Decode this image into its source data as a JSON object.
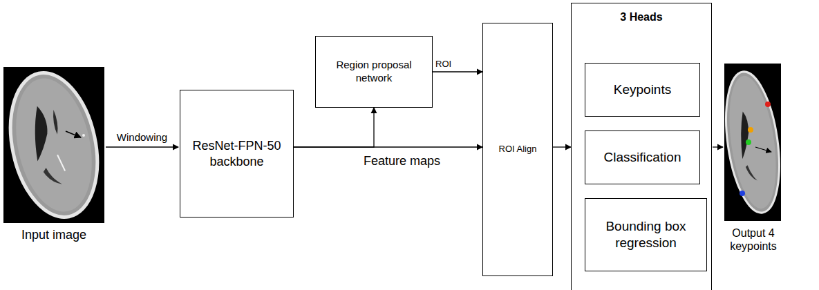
{
  "diagram": {
    "nodes": [
      {
        "text": [
          "ResNet-FPN-50 backbone"
        ]
      },
      {
        "text": [
          "Region proposal network"
        ]
      },
      {
        "text": [
          "ROI Align"
        ]
      },
      {
        "text": [
          "3 Heads"
        ]
      },
      {
        "text": [
          "Keypoints"
        ],
        "in": 3
      },
      {
        "text": [
          "Classification"
        ],
        "in": 3
      },
      {
        "text": [
          "Bounding box regression"
        ],
        "in": 3
      }
    ],
    "edges": [
      {
        "from": 0,
        "to": 1,
        "arrow": "to"
      },
      {
        "from": 0,
        "to": 2,
        "label": "Feature maps",
        "arrow": "to"
      },
      {
        "from": 1,
        "to": 2,
        "label": "ROI",
        "arrow": "to"
      },
      {
        "from": 2,
        "to": 3,
        "arrow": "to"
      }
    ],
    "labels": [
      "Windowing",
      "Input image",
      "Output 4 keypoints"
    ]
  }
}
